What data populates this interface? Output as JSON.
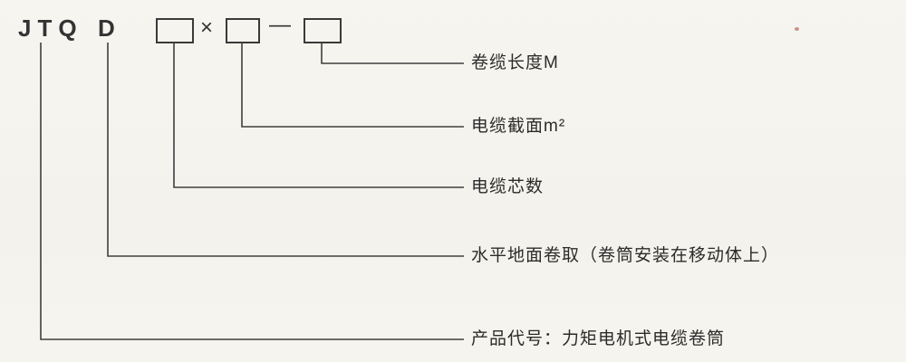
{
  "model_code": {
    "prefix": "JTQ",
    "type_letter": "D",
    "multiply_sign": "×",
    "dash_sign": "—"
  },
  "labels": {
    "cable_length": "卷缆长度M",
    "cable_cross_section": "电缆截面m²",
    "cable_cores": "电缆芯数",
    "winding_mode": "水平地面卷取（卷筒安装在移动体上）",
    "product_code": "产品代号：力矩电机式电缆卷筒"
  },
  "colors": {
    "background": "#f6f4ef",
    "line": "#3f3f3f",
    "text": "#2b2b2b"
  }
}
